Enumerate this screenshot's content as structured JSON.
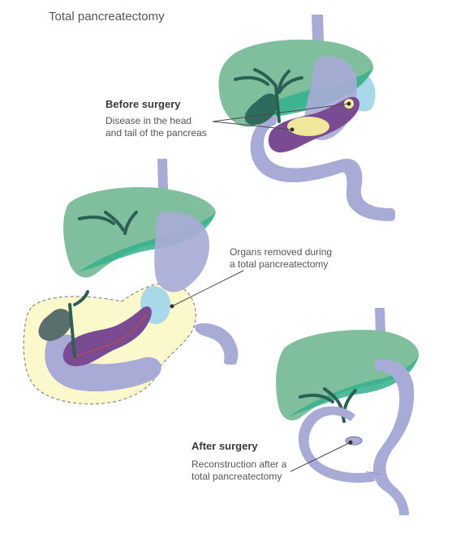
{
  "title": "Total pancreatectomy",
  "before": {
    "heading": "Before surgery",
    "callout_line1": "Disease in the head",
    "callout_line2": "and tail of the pancreas"
  },
  "removed": {
    "callout_line1": "Organs removed during",
    "callout_line2": "a total pancreatectomy"
  },
  "after": {
    "heading": "After surgery",
    "callout_line1": "Reconstruction after a",
    "callout_line2": "total pancreatectomy"
  },
  "colors": {
    "liver": "#7fbf9e",
    "liver_inner": "#33b08a",
    "stomach": "#a8abd6",
    "pancreas": "#7a4a93",
    "tumour": "#f6f09a",
    "spleen": "#a9d8ea",
    "gallbladder": "#2e6b5c",
    "bile_duct": "#2e5f55",
    "removed_zone": "#fbf8cc"
  }
}
